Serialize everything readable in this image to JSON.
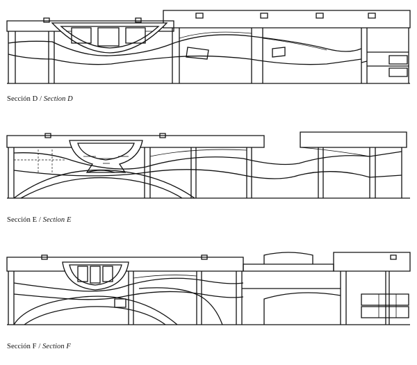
{
  "sections": [
    {
      "es": "Sección D",
      "sep": " / ",
      "en": "Section D"
    },
    {
      "es": "Sección E",
      "sep": " / ",
      "en": "Section E"
    },
    {
      "es": "Sección F",
      "sep": " / ",
      "en": "Section F"
    }
  ]
}
